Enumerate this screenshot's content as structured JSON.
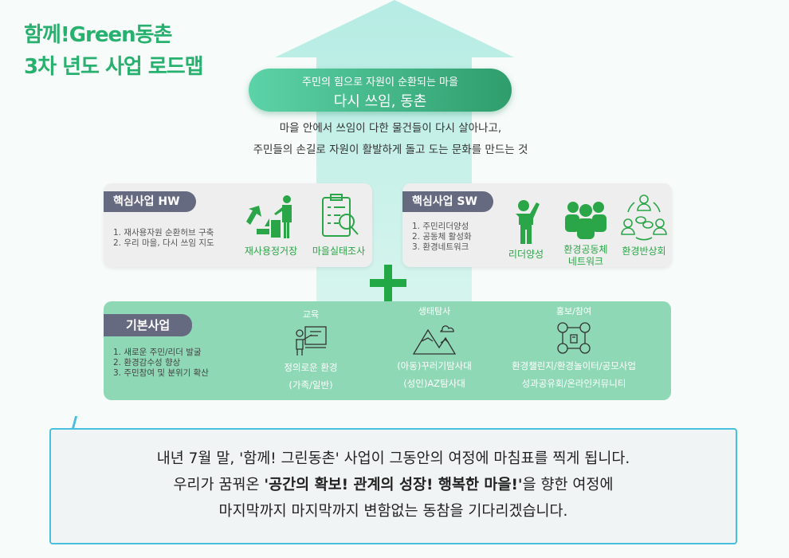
{
  "title": {
    "line1": "함께!Green동촌",
    "line2": "3차 년도 사업 로드맵"
  },
  "vision": {
    "subtitle": "주민의 힘으로 자원이 순환되는 마을",
    "title": "다시 쓰임, 동촌"
  },
  "description": {
    "line1": "마을 안에서 쓰임이 다한 물건들이 다시 살아나고,",
    "line2": "주민들의 손길로 자원이 활발하게 돌고 도는 문화를 만드는 것"
  },
  "hw": {
    "tag": "핵심사업 HW",
    "items": [
      "1. 재사용자원 순환허브 구축",
      "2. 우리 마을, 다시 쓰임 지도"
    ],
    "icons": [
      {
        "name": "recycle-person-icon",
        "label": "재사용정거장"
      },
      {
        "name": "clipboard-search-icon",
        "label": "마을실태조사"
      }
    ]
  },
  "sw": {
    "tag": "핵심사업 SW",
    "items": [
      "1. 주민리더양성",
      "2. 공동체 활성화",
      "3. 환경네트워크"
    ],
    "icons": [
      {
        "name": "leader-icon",
        "label": "리더양성"
      },
      {
        "name": "group-icon",
        "label": "환경공동체",
        "label2": "네트워크"
      },
      {
        "name": "meeting-icon",
        "label": "환경반상회"
      }
    ]
  },
  "basic": {
    "tag": "기본사업",
    "items": [
      "1. 새로운 주민/리더 발굴",
      "2. 환경감수성 향상",
      "3. 주민참여 및 분위기 확산"
    ],
    "columns": [
      {
        "head": "교육",
        "line1": "정의로운 환경",
        "line2": "(가족/일반)"
      },
      {
        "head": "생태탐사",
        "line1": "(아동)꾸러기탐사대",
        "line2": "(성인)AZ탐사대"
      },
      {
        "head": "홍보/참여",
        "line1": "환경챌린지/환경놀이터/공모사업",
        "line2": "성과공유회/온라인커뮤니티"
      }
    ]
  },
  "message": {
    "line1": "내년 7월 말, '함께! 그린동촌' 사업이 그동안의 여정에 마침표를 찍게 됩니다.",
    "line2_pre": "우리가 꿈꿔온 ",
    "line2_bold": "'공간의 확보! 관계의 성장! 행복한 마을!'",
    "line2_post": "을 향한 여정에",
    "line3": "마지막까지 마지막까지 변함없는 동참을 기다리겠습니다."
  },
  "colors": {
    "green": "#27b06e",
    "tag": "#666a80",
    "basic": "#8ed8b5",
    "border": "#48bfdc"
  }
}
